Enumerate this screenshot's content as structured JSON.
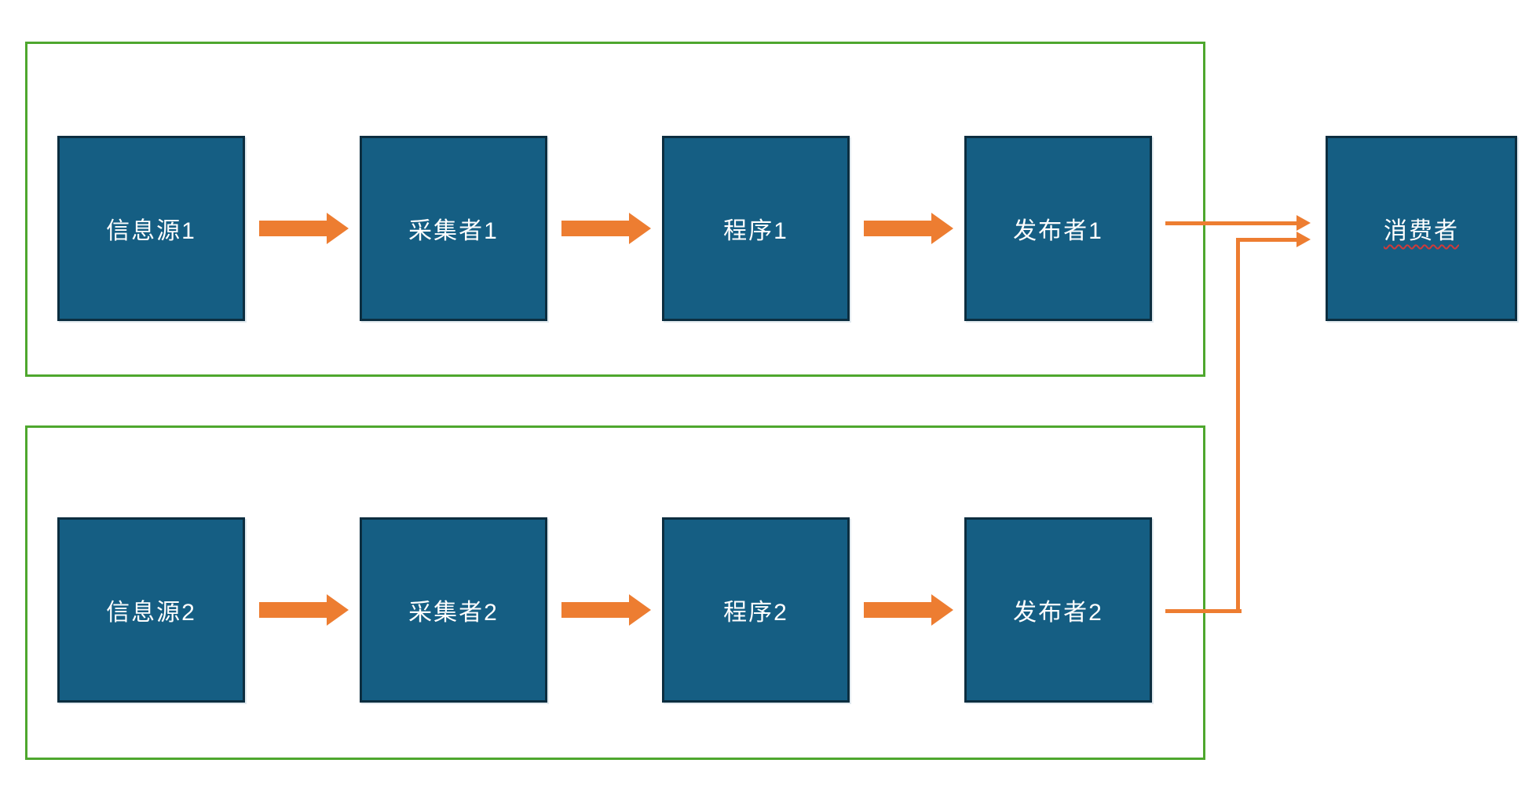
{
  "diagram": {
    "pipelines": [
      {
        "boxes": [
          "信息源1",
          "采集者1",
          "程序1",
          "发布者1"
        ]
      },
      {
        "boxes": [
          "信息源2",
          "采集者2",
          "程序2",
          "发布者2"
        ]
      }
    ],
    "consumer": "消费者"
  },
  "colors": {
    "node_fill": "#155E83",
    "node_border": "#0C2E40",
    "node_text": "#FFFFFF",
    "group_border": "#4EA72E",
    "arrow": "#ED7D31",
    "spellcheck_squiggle": "#D03A3A",
    "canvas_bg": "#FFFFFF"
  }
}
